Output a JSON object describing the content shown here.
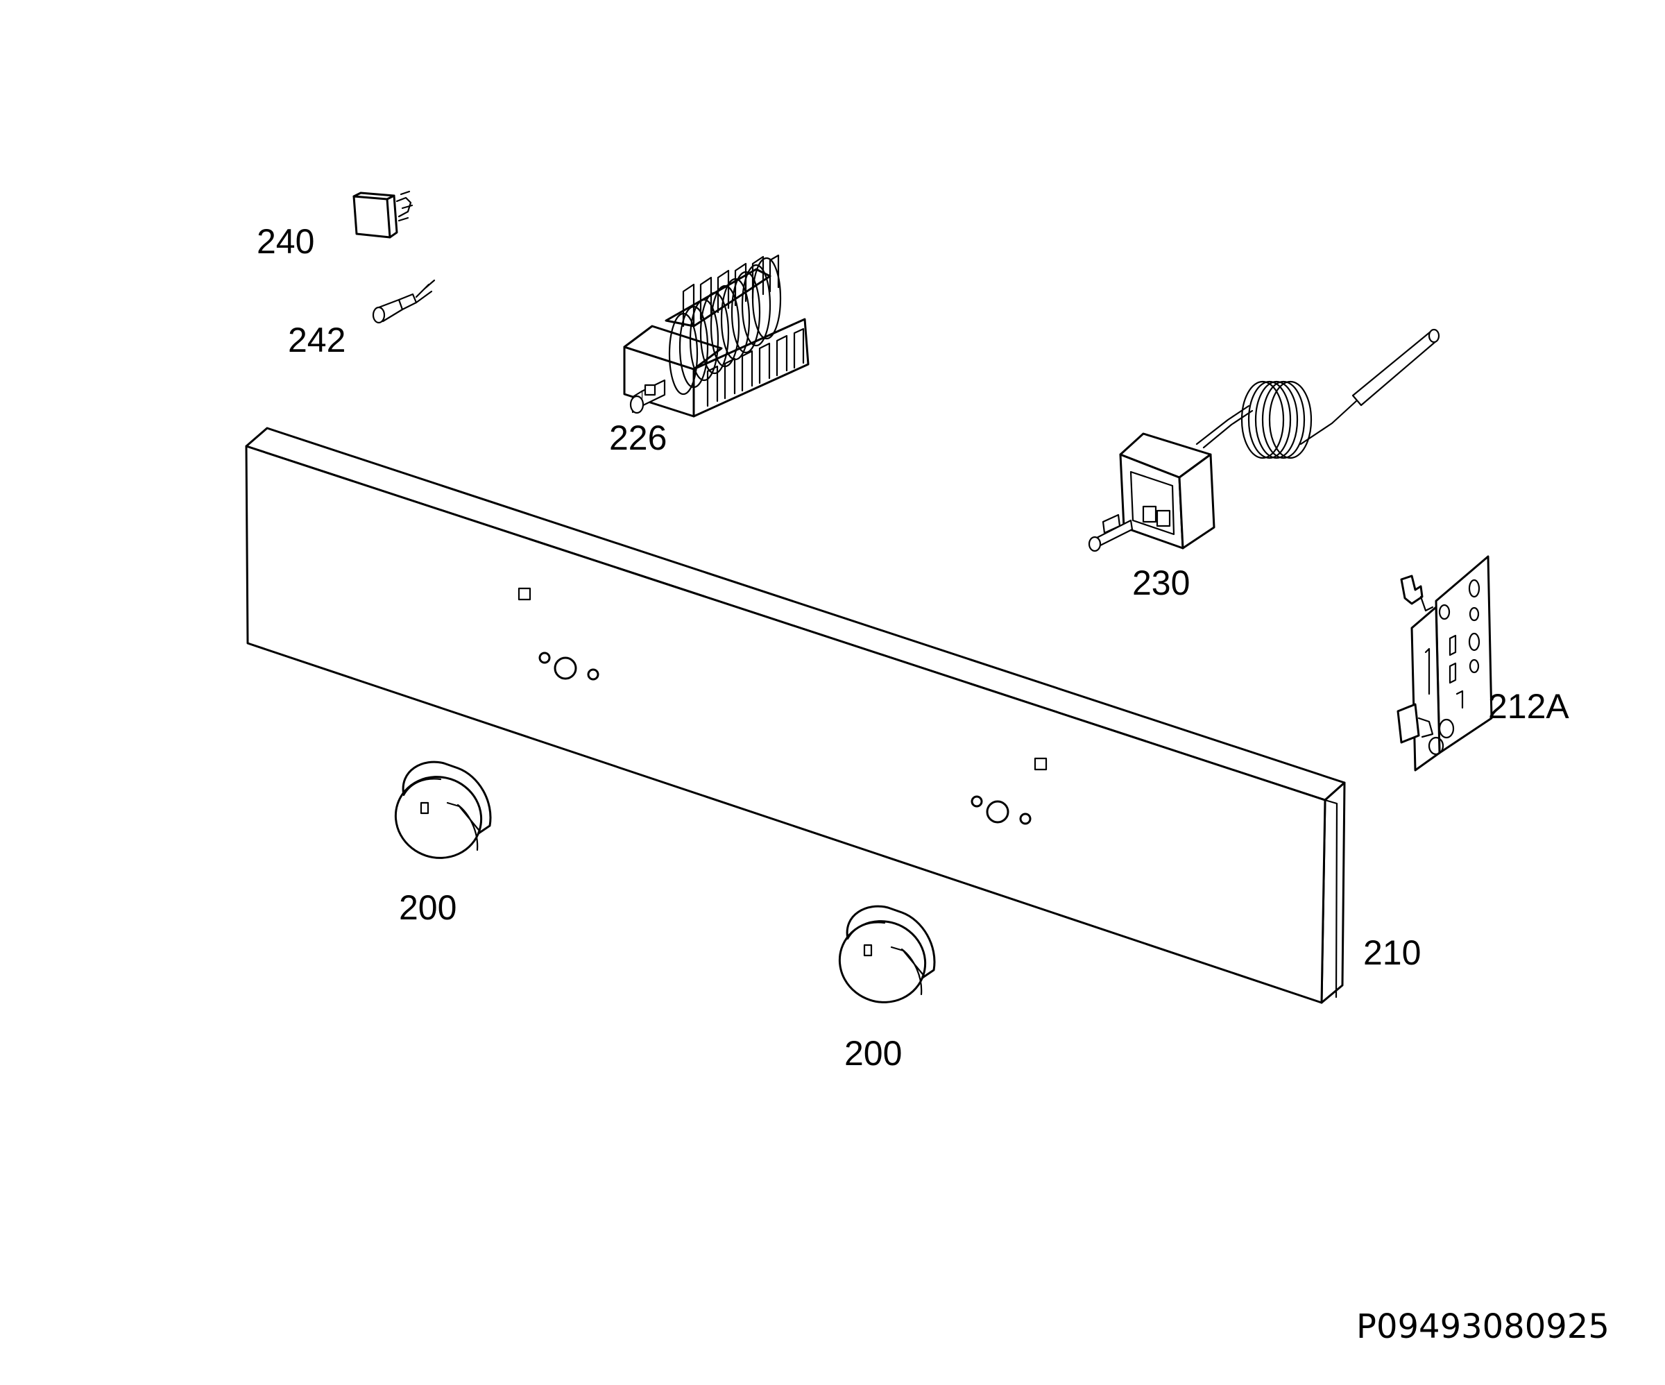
{
  "labels": {
    "p240": "240",
    "p242": "242",
    "p226": "226",
    "p230": "230",
    "p212a": "212A",
    "p200a": "200",
    "p200b": "200",
    "p210": "210"
  },
  "drawing_code": "P09493080925"
}
